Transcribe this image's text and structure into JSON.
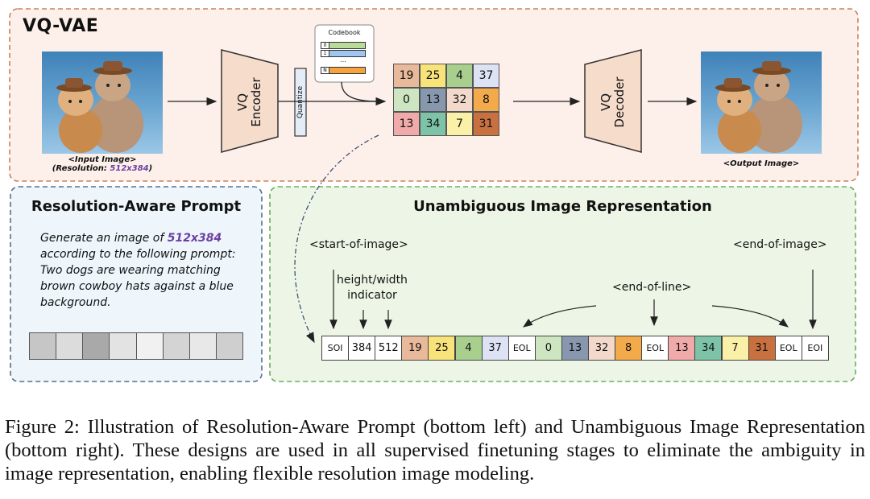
{
  "colors": {
    "vqvae_panel_bg": "#fdf0ea",
    "vqvae_panel_border": "#c8835a",
    "prompt_panel_bg": "#eef6fb",
    "prompt_panel_border": "#5a6d8a",
    "repr_panel_bg": "#edf6e6",
    "repr_panel_border": "#6bad5d",
    "encoder_fill": "#f6dccb",
    "resolution_purple": "#6b3fa0"
  },
  "vqvae": {
    "title": "VQ-VAE",
    "input_caption": "<Input Image>",
    "resolution_label": "(Resolution: ",
    "resolution_value": "512x384",
    "resolution_close": ")",
    "encoder_line1": "VQ",
    "encoder_line2": "Encoder",
    "quantize_label": "Quantize",
    "codebook_title": "Codebook",
    "codebook_rows": [
      {
        "index": "0",
        "color": "#b9dc9a"
      },
      {
        "index": "1",
        "color": "#9ec6ee"
      },
      {
        "index": "...",
        "color": ""
      },
      {
        "index": "N",
        "color": "#f5a23f"
      }
    ],
    "decoder_line1": "VQ",
    "decoder_line2": "Decoder",
    "output_caption": "<Output Image>",
    "token_grid": [
      [
        {
          "v": "19",
          "c": "#e8b99a"
        },
        {
          "v": "25",
          "c": "#f8e27a"
        },
        {
          "v": "4",
          "c": "#a8cf8e"
        },
        {
          "v": "37",
          "c": "#dde3f4"
        }
      ],
      [
        {
          "v": "0",
          "c": "#cde5c0"
        },
        {
          "v": "13",
          "c": "#8797ad"
        },
        {
          "v": "32",
          "c": "#f2d9cc"
        },
        {
          "v": "8",
          "c": "#f3aa4b"
        }
      ],
      [
        {
          "v": "13",
          "c": "#f1aaaa"
        },
        {
          "v": "34",
          "c": "#7cc3a7"
        },
        {
          "v": "7",
          "c": "#fbf0a8"
        },
        {
          "v": "31",
          "c": "#c87040"
        }
      ]
    ]
  },
  "prompt_panel": {
    "title": "Resolution-Aware Prompt",
    "text_before": "Generate an image of ",
    "resolution": "512x384",
    "text_after": " according to the following prompt: Two dogs are wearing matching brown cowboy hats against a blue background.",
    "token_bar_colors": [
      "#c6c6c6",
      "#dcdcdc",
      "#a9a9a9",
      "#e3e3e3",
      "#f1f1f1",
      "#d4d4d4",
      "#e8e8e8",
      "#cfcfcf"
    ]
  },
  "repr_panel": {
    "title": "Unambiguous Image Representation",
    "start_label": "<start-of-image>",
    "hw_label_line1": "height/width",
    "hw_label_line2": "indicator",
    "eol_label": "<end-of-line>",
    "end_label": "<end-of-image>",
    "sequence": [
      {
        "v": "SOI",
        "c": "#ffffff"
      },
      {
        "v": "384",
        "c": "#ffffff"
      },
      {
        "v": "512",
        "c": "#ffffff"
      },
      {
        "v": "19",
        "c": "#e8b99a"
      },
      {
        "v": "25",
        "c": "#f8e27a"
      },
      {
        "v": "4",
        "c": "#a8cf8e"
      },
      {
        "v": "37",
        "c": "#dde3f4"
      },
      {
        "v": "EOL",
        "c": "#ffffff"
      },
      {
        "v": "0",
        "c": "#cde5c0"
      },
      {
        "v": "13",
        "c": "#8797ad"
      },
      {
        "v": "32",
        "c": "#f2d9cc"
      },
      {
        "v": "8",
        "c": "#f3aa4b"
      },
      {
        "v": "EOL",
        "c": "#ffffff"
      },
      {
        "v": "13",
        "c": "#f1aaaa"
      },
      {
        "v": "34",
        "c": "#7cc3a7"
      },
      {
        "v": "7",
        "c": "#fbf0a8"
      },
      {
        "v": "31",
        "c": "#c87040"
      },
      {
        "v": "EOL",
        "c": "#ffffff"
      },
      {
        "v": "EOI",
        "c": "#ffffff"
      }
    ]
  },
  "figure_caption": "Figure 2: Illustration of Resolution-Aware Prompt (bottom left) and Unambiguous Image Representation (bottom right). These designs are used in all supervised finetuning stages to eliminate the ambiguity in image representation, enabling flexible resolution image modeling."
}
